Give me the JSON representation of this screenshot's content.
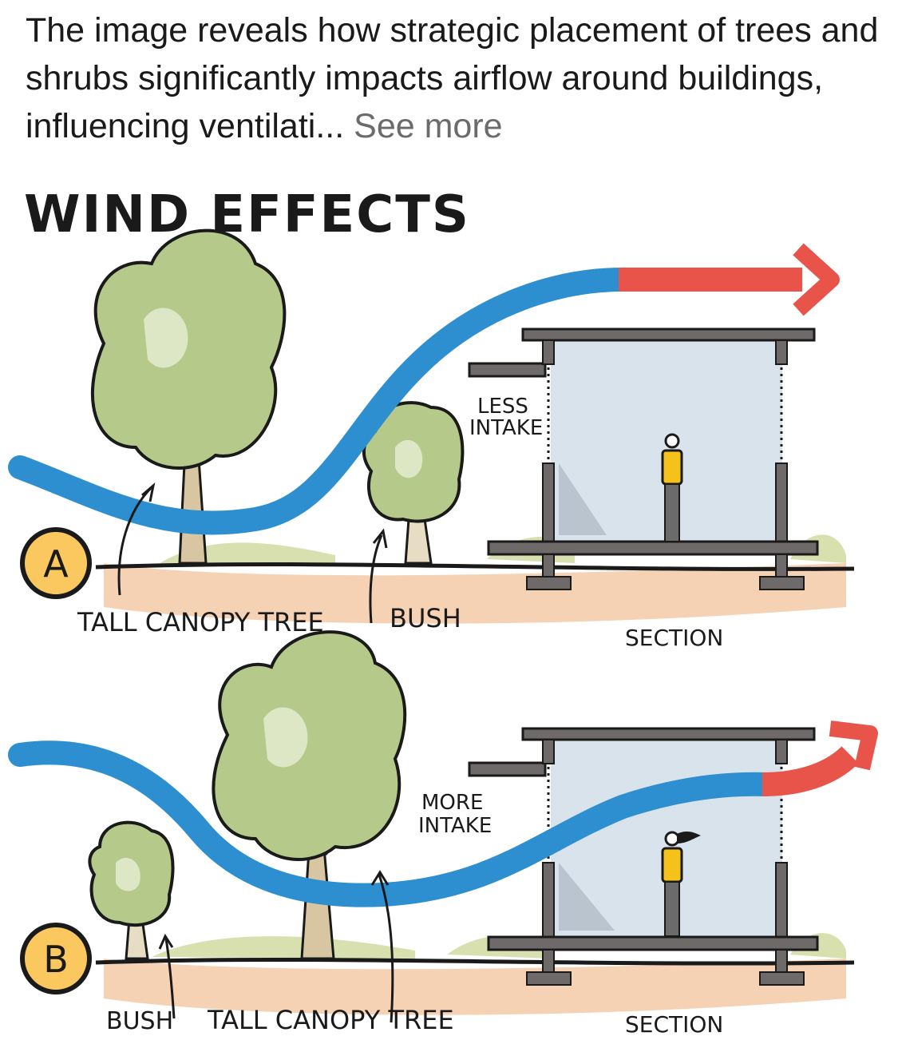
{
  "post": {
    "caption_text": "The image reveals how strategic placement of trees and shrubs significantly impacts airflow around buildings, influencing ventilati...",
    "see_more_label": "See more"
  },
  "diagram": {
    "title": "WIND EFFECTS",
    "scenario_a": {
      "marker": "A",
      "label_tree": "TALL CANOPY TREE",
      "label_bush": "BUSH",
      "label_intake_1": "LESS",
      "label_intake_2": "INTAKE",
      "label_section": "SECTION"
    },
    "scenario_b": {
      "marker": "B",
      "label_bush": "BUSH",
      "label_tree": "TALL CANOPY TREE",
      "label_intake_1": "MORE",
      "label_intake_2": "INTAKE",
      "label_section": "SECTION"
    },
    "colors": {
      "wind_flow": "#2e8fd0",
      "wind_exit": "#e8544a",
      "foliage": "#b5c98a",
      "ground": "#f6d2b4",
      "room": "#d9e3ec",
      "person_top": "#f5c21b"
    }
  }
}
